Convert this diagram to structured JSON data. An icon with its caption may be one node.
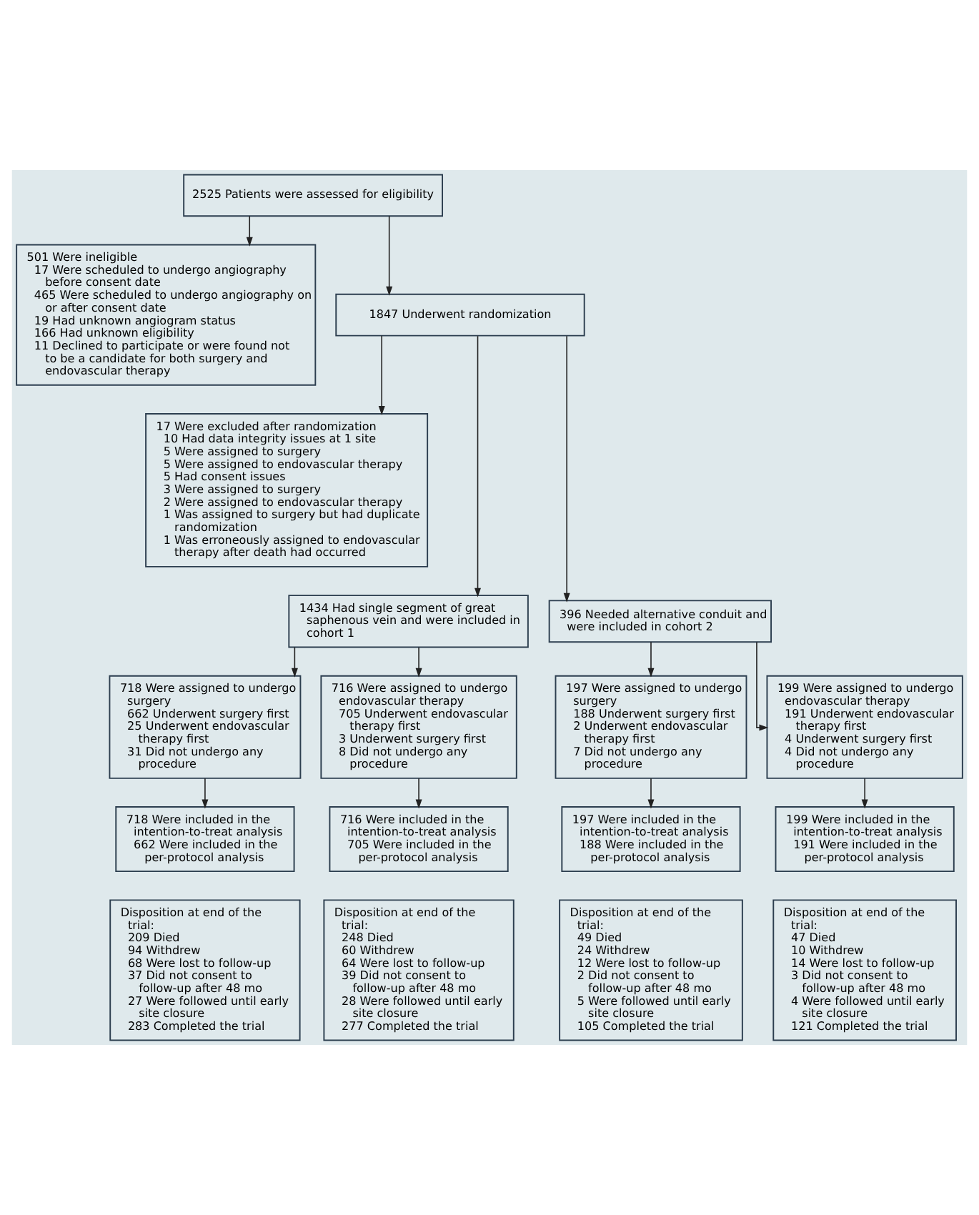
{
  "diagram": {
    "nodes": [
      {
        "text": [
          "2525 Patients were assessed for eligibility"
        ]
      },
      {
        "text": [
          "501 Were ineligible",
          "17 Were scheduled to undergo angiography before consent date",
          "465 Were scheduled to undergo angiography on or after consent date",
          "19 Had unknown angiogram status",
          "166 Had unknown eligibility",
          "11 Declined to participate or were found not to be a candidate for both surgery and endovascular therapy"
        ]
      },
      {
        "text": [
          "1847 Underwent randomization"
        ]
      },
      {
        "text": [
          "17 Were excluded after randomization",
          "10 Had data integrity issues at 1 site",
          "5 Were assigned to surgery",
          "5 Were assigned to endovascular therapy",
          "5 Had consent issues",
          "3 Were assigned to surgery",
          "2 Were assigned to endovascular therapy",
          "1 Was assigned to surgery but had duplicate randomization",
          "1 Was erroneously assigned to endovascular therapy after death had occurred"
        ]
      },
      {
        "text": [
          "1434 Had single segment of great saphenous vein and were included in cohort 1"
        ]
      },
      {
        "text": [
          "396 Needed alternative conduit and were included in cohort 2"
        ]
      },
      {
        "text": [
          "718 Were assigned to undergo surgery",
          "662 Underwent surgery first",
          "25 Underwent endovascular therapy first",
          "31 Did not undergo any procedure"
        ]
      },
      {
        "text": [
          "716 Were assigned to undergo endovascular therapy",
          "705 Underwent endovascular therapy first",
          "3 Underwent surgery first",
          "8 Did not undergo any procedure"
        ]
      },
      {
        "text": [
          "197 Were assigned to undergo surgery",
          "188 Underwent surgery first",
          "2 Underwent endovascular therapy first",
          "7 Did not undergo any procedure"
        ]
      },
      {
        "text": [
          "199 Were assigned to undergo endovascular therapy",
          "191 Underwent endovascular therapy first",
          "4 Underwent surgery first",
          "4 Did not undergo any procedure"
        ]
      },
      {
        "text": [
          "718 Were included in the intention-to-treat analysis",
          "662 Were included in the per-protocol analysis"
        ]
      },
      {
        "text": [
          "716 Were included in the intention-to-treat analysis",
          "705 Were included in the per-protocol analysis"
        ]
      },
      {
        "text": [
          "197 Were included in the intention-to-treat analysis",
          "188 Were included in the per-protocol analysis"
        ]
      },
      {
        "text": [
          "199 Were included in the intention-to-treat analysis",
          "191 Were included in the per-protocol analysis"
        ]
      },
      {
        "text": [
          "Disposition at end of the trial:",
          "209 Died",
          "94 Withdrew",
          "68 Were lost to follow-up",
          "37 Did not consent to follow-up after 48 mo",
          "27 Were followed until early site closure",
          "283 Completed the trial"
        ]
      },
      {
        "text": [
          "Disposition at end of the trial:",
          "248 Died",
          "60 Withdrew",
          "64 Were lost to follow-up",
          "39 Did not consent to follow-up after 48 mo",
          "28 Were followed until early site closure",
          "277 Completed the trial"
        ]
      },
      {
        "text": [
          "Disposition at end of the trial:",
          "49 Died",
          "24 Withdrew",
          "12 Were lost to follow-up",
          "2 Did not consent to follow-up after 48 mo",
          "5 Were followed until early site closure",
          "105 Completed the trial"
        ]
      },
      {
        "text": [
          "Disposition at end of the trial:",
          "47 Died",
          "10 Withdrew",
          "14 Were lost to follow-up",
          "3 Did not consent to follow-up after 48 mo",
          "4 Were followed until early site closure",
          "121 Completed the trial"
        ]
      }
    ],
    "edges": [
      {
        "from": 0,
        "to": 1,
        "arrow": "to"
      },
      {
        "from": 0,
        "to": 2,
        "arrow": "to"
      },
      {
        "from": 2,
        "to": 3,
        "arrow": "to"
      },
      {
        "from": 2,
        "to": 4,
        "arrow": "to"
      },
      {
        "from": 2,
        "to": 5,
        "arrow": "to"
      },
      {
        "from": 4,
        "to": 6,
        "arrow": "to"
      },
      {
        "from": 4,
        "to": 7,
        "arrow": "to"
      },
      {
        "from": 5,
        "to": 8,
        "arrow": "to"
      },
      {
        "from": 5,
        "to": 9,
        "arrow": "to"
      },
      {
        "from": 6,
        "to": 10,
        "arrow": "to"
      },
      {
        "from": 7,
        "to": 11,
        "arrow": "to"
      },
      {
        "from": 8,
        "to": 12,
        "arrow": "to"
      },
      {
        "from": 9,
        "to": 13,
        "arrow": "to"
      }
    ]
  }
}
